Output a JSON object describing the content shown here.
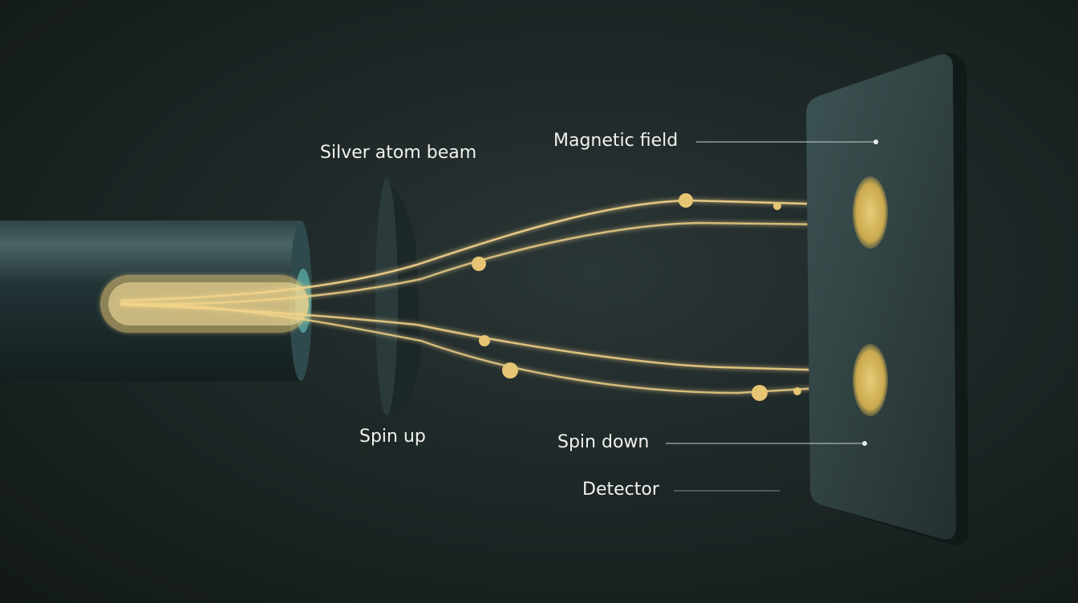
{
  "labels": {
    "silver_atom_beam": "Silver atom beam",
    "magnetic_field": "Magnetic field",
    "spin_up": "Spin up",
    "spin_down": "Spin down",
    "detector": "Detector"
  },
  "colors": {
    "beam": "#f3d48a",
    "spot": "#d8b860",
    "background": "#1e2727",
    "apparatus": "#263a3c"
  }
}
